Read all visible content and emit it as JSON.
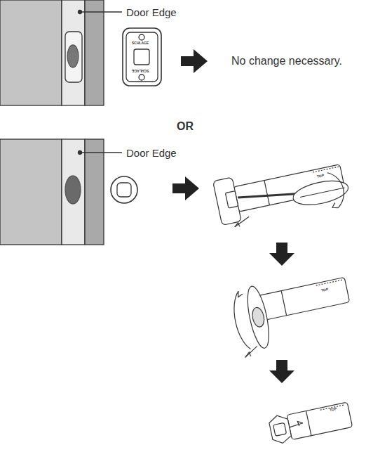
{
  "diagram": {
    "labels": [
      "Door Edge",
      "SCHLAGE",
      "SCHLAGE",
      "No change necessary.",
      "OR",
      "Door Edge",
      "TOP",
      "TOP",
      "TOP"
    ]
  }
}
